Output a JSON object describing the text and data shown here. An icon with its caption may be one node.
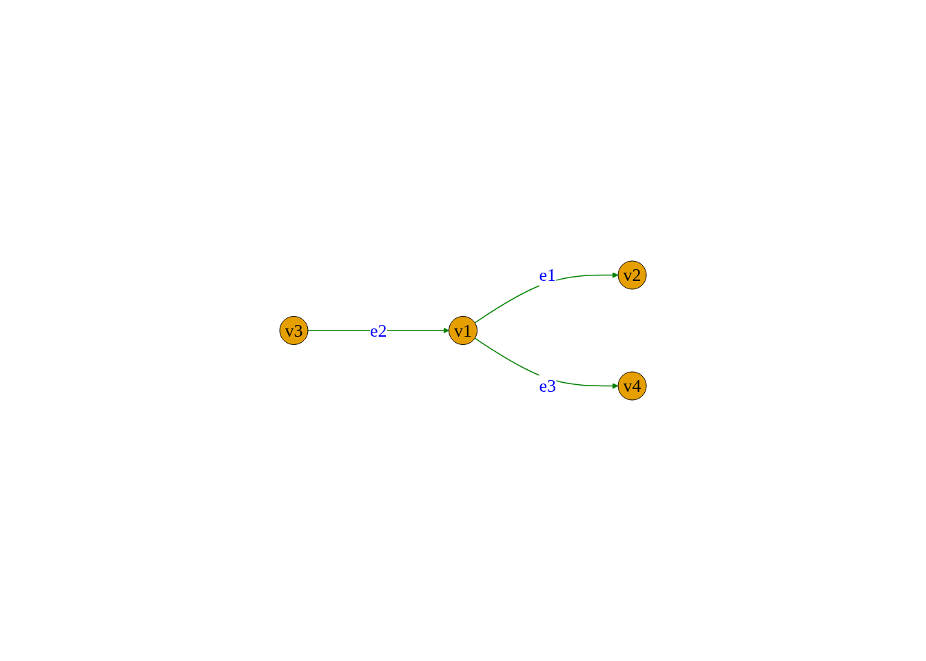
{
  "diagram": {
    "nodes": [
      {
        "text": [
          "v1"
        ]
      },
      {
        "text": [
          "v2"
        ]
      },
      {
        "text": [
          "v3"
        ]
      },
      {
        "text": [
          "v4"
        ]
      }
    ],
    "edges": [
      {
        "from": 0,
        "to": 1,
        "arrow": "to",
        "label": "e1"
      },
      {
        "from": 2,
        "to": 0,
        "arrow": "to",
        "label": "e2"
      },
      {
        "from": 0,
        "to": 3,
        "arrow": "to",
        "label": "e3"
      }
    ]
  }
}
